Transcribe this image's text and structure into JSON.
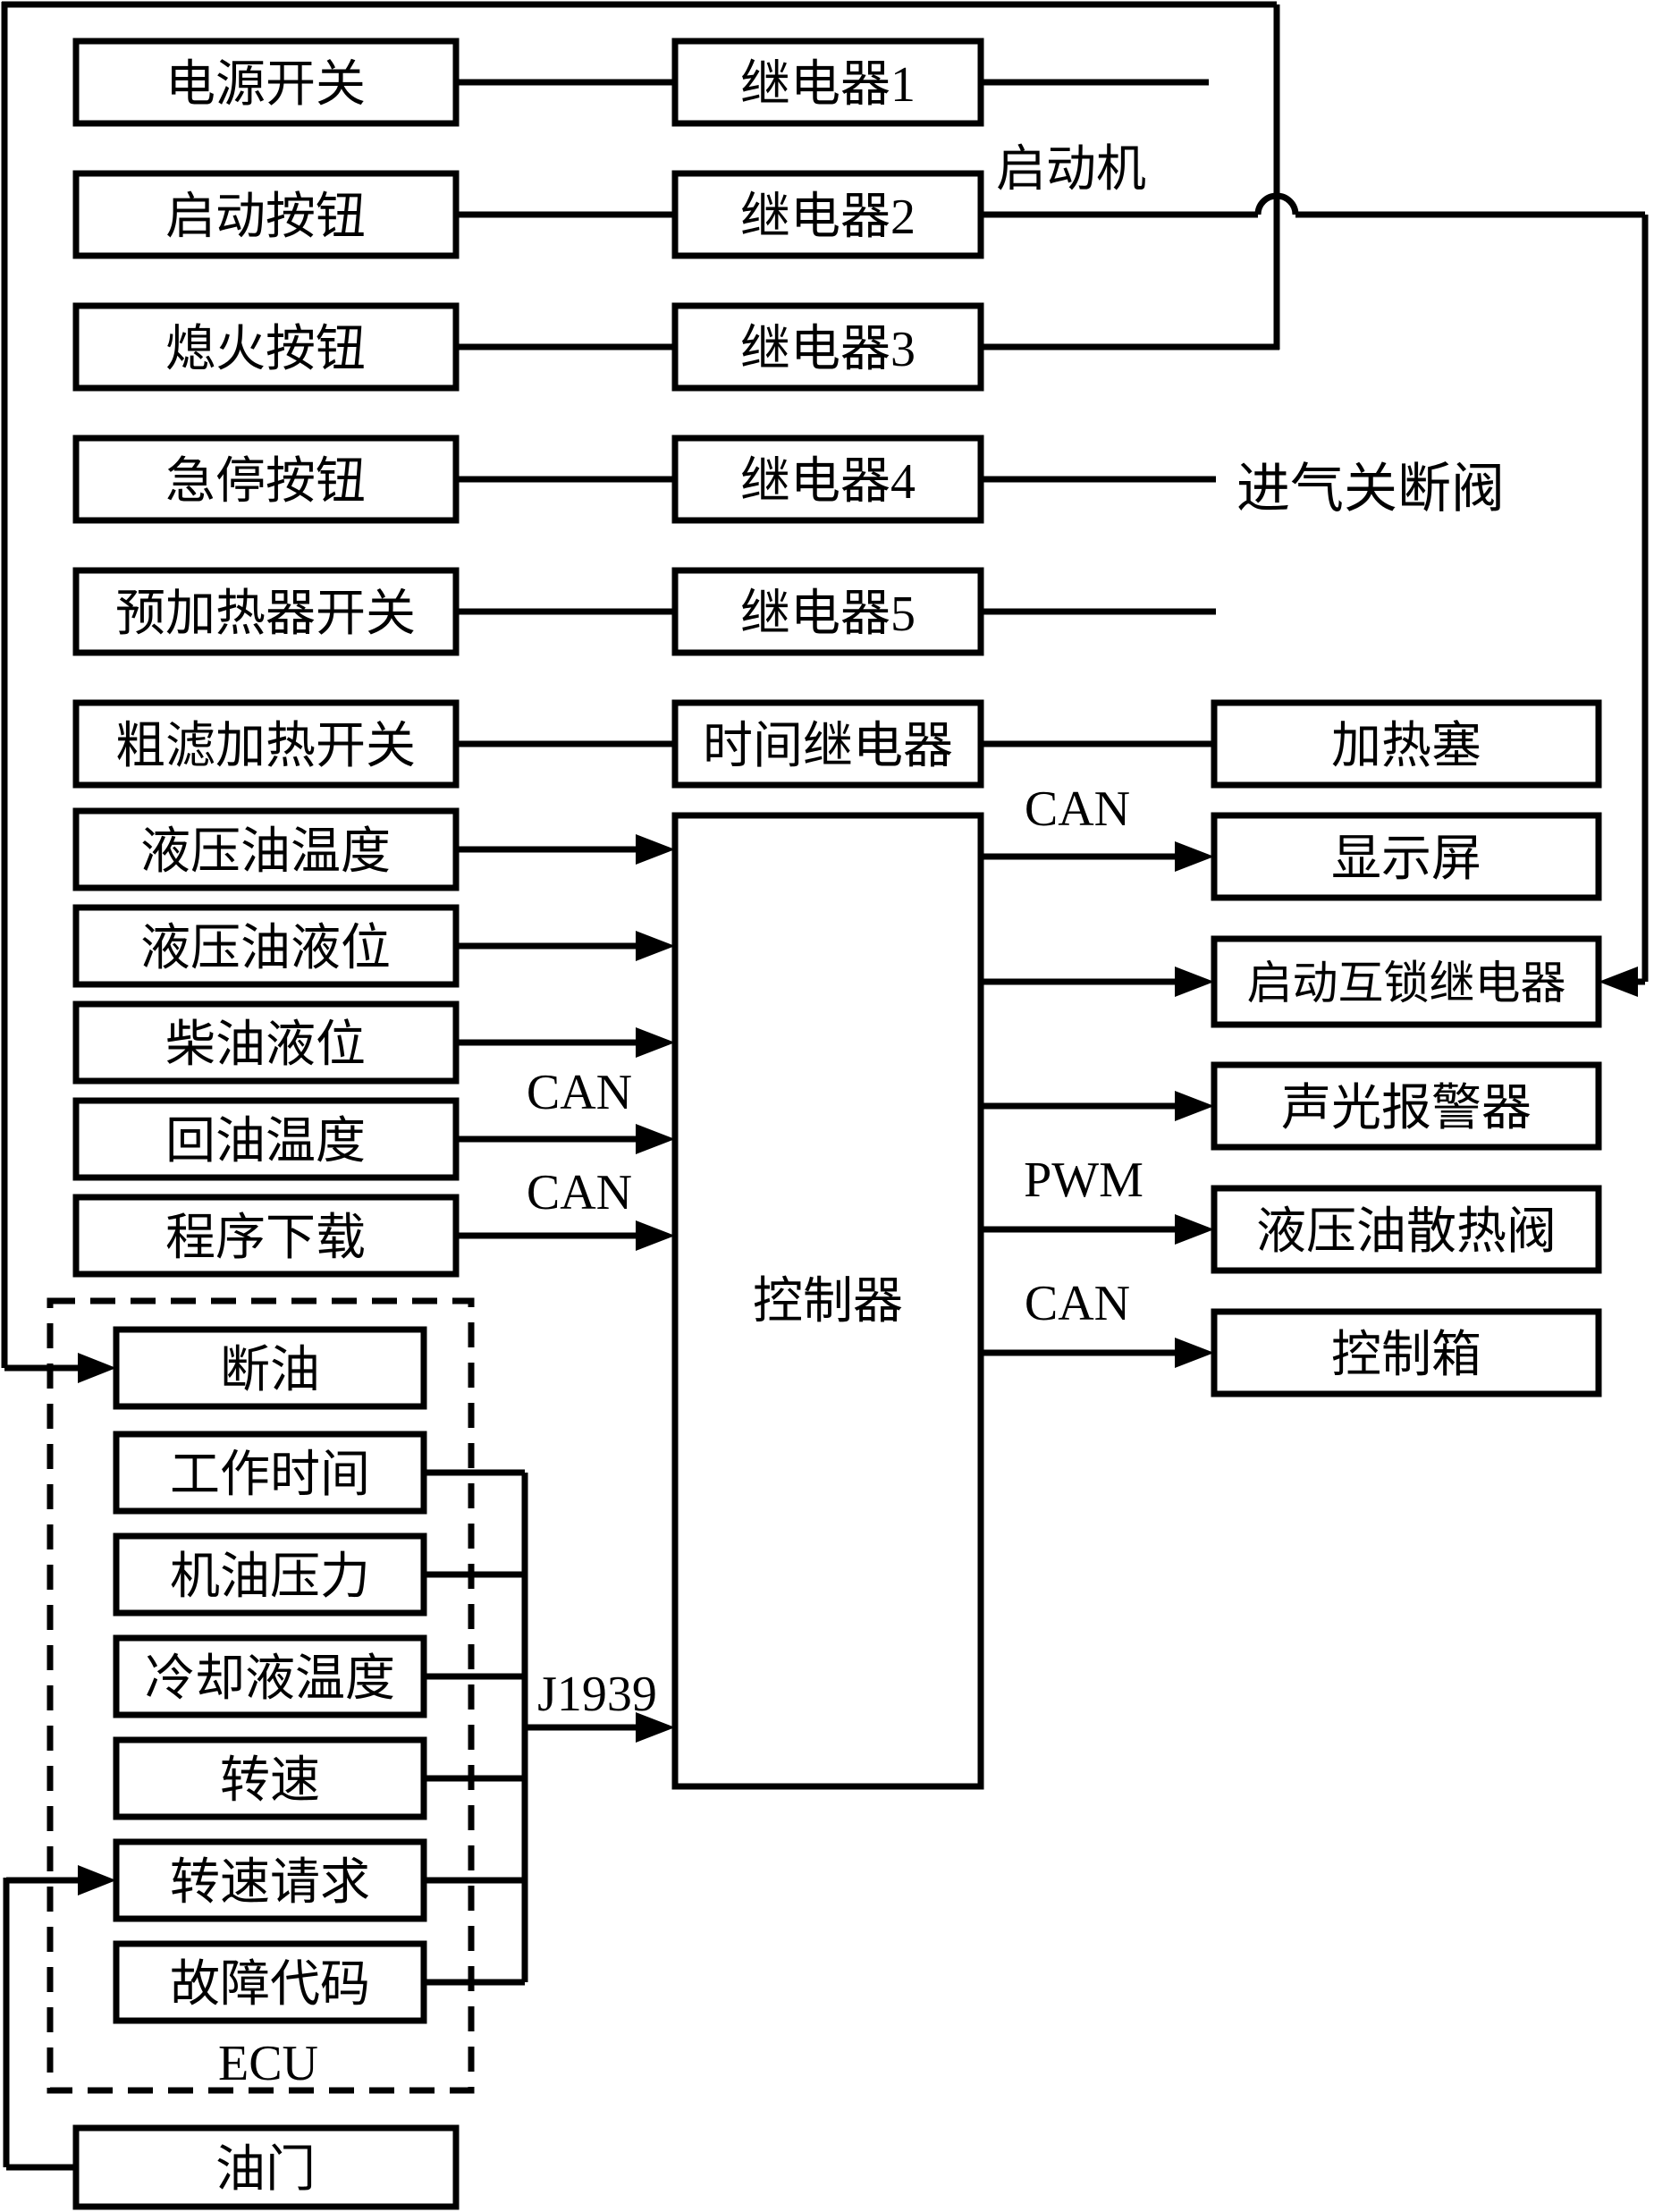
{
  "diagram": {
    "nodes": {
      "power_switch": "电源开关",
      "start_button": "启动按钮",
      "stop_button": "熄火按钮",
      "estop_button": "急停按钮",
      "preheater_switch": "预加热器开关",
      "coarse_filter_heat_switch": "粗滤加热开关",
      "hyd_oil_temp": "液压油温度",
      "hyd_oil_level": "液压油液位",
      "diesel_level": "柴油液位",
      "return_oil_temp": "回油温度",
      "program_download": "程序下载",
      "relay1": "继电器1",
      "relay2": "继电器2",
      "relay3": "继电器3",
      "relay4": "继电器4",
      "relay5": "继电器5",
      "time_relay": "时间继电器",
      "controller": "控制器",
      "glow_plug": "加热塞",
      "display_screen": "显示屏",
      "start_interlock_relay": "启动互锁继电器",
      "sound_light_alarm": "声光报警器",
      "hyd_oil_cooling_valve": "液压油散热阀",
      "control_box": "控制箱",
      "fuel_cut": "断油",
      "working_time": "工作时间",
      "engine_oil_pressure": "机油压力",
      "coolant_temp": "冷却液温度",
      "engine_speed": "转速",
      "speed_request": "转速请求",
      "fault_code": "故障代码",
      "throttle": "油门"
    },
    "labels": {
      "starter": "启动机",
      "intake_shutoff_valve": "进气关断阀",
      "ecu": "ECU",
      "can_display": "CAN",
      "can_return_oil": "CAN",
      "can_program_download": "CAN",
      "can_control_box": "CAN",
      "pwm": "PWM",
      "j1939": "J1939"
    },
    "colors": {
      "line": "#000000",
      "background": "#ffffff"
    }
  }
}
